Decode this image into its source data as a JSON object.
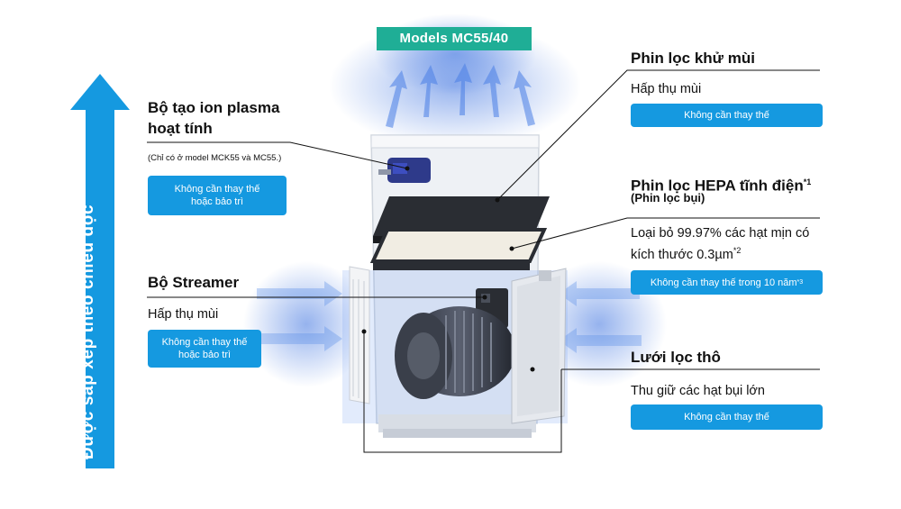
{
  "model_badge": "Models MC55/40",
  "side_arrow": {
    "label": "Được sắp xếp theo chiều dọc",
    "color": "#1599e0"
  },
  "left": {
    "ion": {
      "title_line1": "Bộ tạo ion plasma",
      "title_line2": "hoạt tính",
      "note": "(Chỉ có ở model MCK55 và MC55.)",
      "button_line1": "Không cần thay thế",
      "button_line2": "hoặc bảo trì"
    },
    "streamer": {
      "title": "Bộ Streamer",
      "desc": "Hấp thụ mùi",
      "button_line1": "Không cần thay thế",
      "button_line2": "hoặc bảo trì"
    }
  },
  "right": {
    "deodorizing": {
      "title": "Phin lọc khử mùi",
      "desc": "Hấp thụ mùi",
      "button": "Không cần thay thế"
    },
    "hepa": {
      "title": "Phin lọc HEPA tĩnh điện",
      "title_sup": "*1",
      "subtitle": "(Phin lọc bụi)",
      "desc_line1": "Loại bỏ 99.97% các hạt mịn có",
      "desc_line2": "kích thước 0.3µm",
      "desc_sup": "*2",
      "button": "Không cần thay thế trong 10 năm",
      "button_sup": "*3"
    },
    "prefilter": {
      "title": "Lưới lọc thô",
      "desc": "Thu giữ các hạt bụi lớn",
      "button": "Không cần thay thế"
    }
  },
  "colors": {
    "accent": "#1599e0",
    "badge": "#1fae96",
    "airflow": "#5b8fe8"
  }
}
